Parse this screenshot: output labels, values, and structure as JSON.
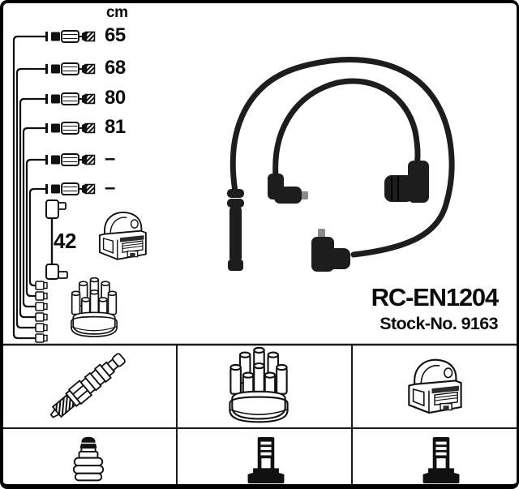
{
  "product": {
    "part_number": "RC-EN1204",
    "stock_label": "Stock-No. 9163"
  },
  "measurements": {
    "unit": "cm",
    "rows": [
      {
        "value": "65"
      },
      {
        "value": "68"
      },
      {
        "value": "80"
      },
      {
        "value": "81"
      },
      {
        "value": "–"
      },
      {
        "value": "–"
      }
    ],
    "coil_wire_length": "42"
  },
  "diagram": {
    "cable_count": 6,
    "items": [
      "cable-length-schematic",
      "coil-wire",
      "ignition-coil",
      "distributor-cap",
      "distributor-terminals"
    ]
  },
  "photo": {
    "subject": "ignition-cable-set",
    "boots": [
      "straight-boot",
      "elbow-boot-left",
      "elbow-boot-right",
      "elbow-boot-bottom"
    ]
  },
  "legend": {
    "top_row_icons": [
      "spark-plug-icon",
      "distributor-cap-icon",
      "ignition-coil-icon"
    ],
    "bottom_row_icons": [
      "spark-plug-terminal-icon",
      "distributor-terminal-icon",
      "coil-terminal-icon"
    ]
  },
  "colors": {
    "border": "#000000",
    "line_art": "#111111",
    "cable": "#1d1d1d",
    "background": "#ffffff"
  }
}
